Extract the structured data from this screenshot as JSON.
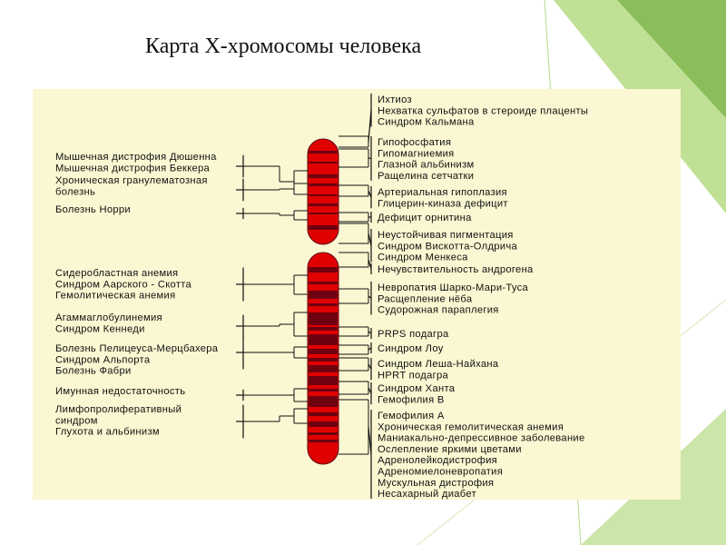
{
  "slide": {
    "title": "Карта Х-хромосомы человека",
    "colors": {
      "panel": "#FAF7D2",
      "chromosome": "#E00000",
      "band": "#6E0010",
      "accent_green": "#8DC63F"
    }
  },
  "left_groups": [
    {
      "lines": [
        "Мышечная дистрофия Дюшенна",
        "Мышечная дистрофия Беккера"
      ]
    },
    {
      "lines": [
        "Хроническая гранулематозная",
        "болезнь"
      ]
    },
    {
      "lines": [
        "Болезнь Норри"
      ]
    },
    {
      "lines": [
        "Сидеробластная анемия",
        "Синдром Аарского - Скотта",
        "Гемолитическая анемия"
      ]
    },
    {
      "lines": [
        "Агаммаглобулинемия",
        "Синдром Кеннеди"
      ]
    },
    {
      "lines": [
        "Болезнь Пелицеуса-Мерцбахера",
        "Синдром Альпорта",
        "Болезнь Фабри"
      ]
    },
    {
      "lines": [
        "Имунная недостаточность"
      ]
    },
    {
      "lines": [
        "Лимфопролиферативный",
        "синдром",
        "Глухота и альбинизм"
      ]
    }
  ],
  "right_groups": [
    {
      "lines": [
        "Ихтиоз",
        "Нехватка сульфатов в стероиде плаценты",
        "Синдром Кальмана"
      ]
    },
    {
      "lines": [
        "Гипофосфатия",
        "Гипомагниемия",
        "Глазной альбинизм",
        "Ращелина сетчатки"
      ]
    },
    {
      "lines": [
        "Артериальная гипоплазия",
        "Глицерин-киназа дефицит"
      ]
    },
    {
      "lines": [
        "Дефицит орнитина"
      ]
    },
    {
      "lines": [
        "Неустойчивая пигментация",
        "Синдром Вискотта-Олдрича",
        "Синдром Менкеса"
      ]
    },
    {
      "lines": [
        "Нечувствительность андрогена"
      ]
    },
    {
      "lines": [
        "Невропатия Шарко-Мари-Туса",
        "Расщепление нёба",
        "Судорожная параплегия"
      ]
    },
    {
      "lines": [
        "PRPS подагра"
      ]
    },
    {
      "lines": [
        "Синдром Лоу"
      ]
    },
    {
      "lines": [
        "Синдром Леша-Найхана",
        "HPRT подагра"
      ]
    },
    {
      "lines": [
        "Синдром Ханта",
        "Гемофилия В"
      ]
    },
    {
      "lines": [
        "Гемофилия А",
        "Хроническая гемолитическая анемия",
        "Маниакально-депрессивное заболевание",
        "Ослепление яркими цветами",
        "Адренолейкодистрофия",
        "Адреномиелоневропатия",
        "Мускульная дистрофия",
        "Несахарный диабет"
      ]
    }
  ]
}
